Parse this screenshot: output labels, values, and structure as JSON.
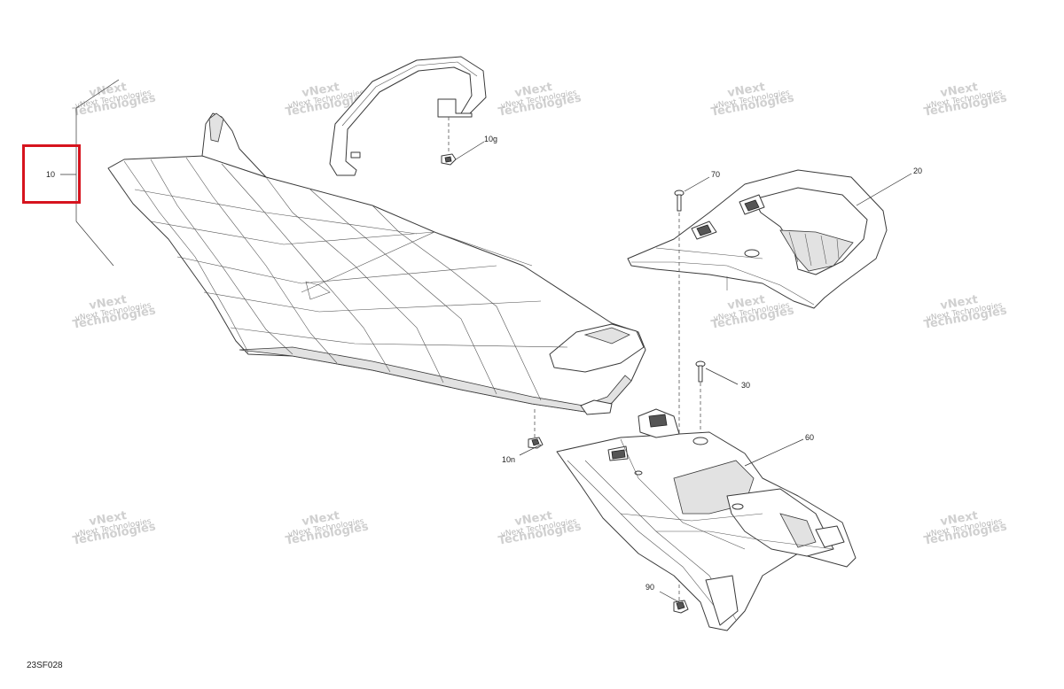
{
  "diagram_code": "23SF028",
  "watermark": {
    "line1": "vNext",
    "line2": "Technologies",
    "combined": "vNext Technologies"
  },
  "callouts": {
    "c10": "10",
    "c10g": "10g",
    "c10n": "10n",
    "c20": "20",
    "c30": "30",
    "c60": "60",
    "c70": "70",
    "c90": "90"
  },
  "highlight_color": "#d6141e"
}
